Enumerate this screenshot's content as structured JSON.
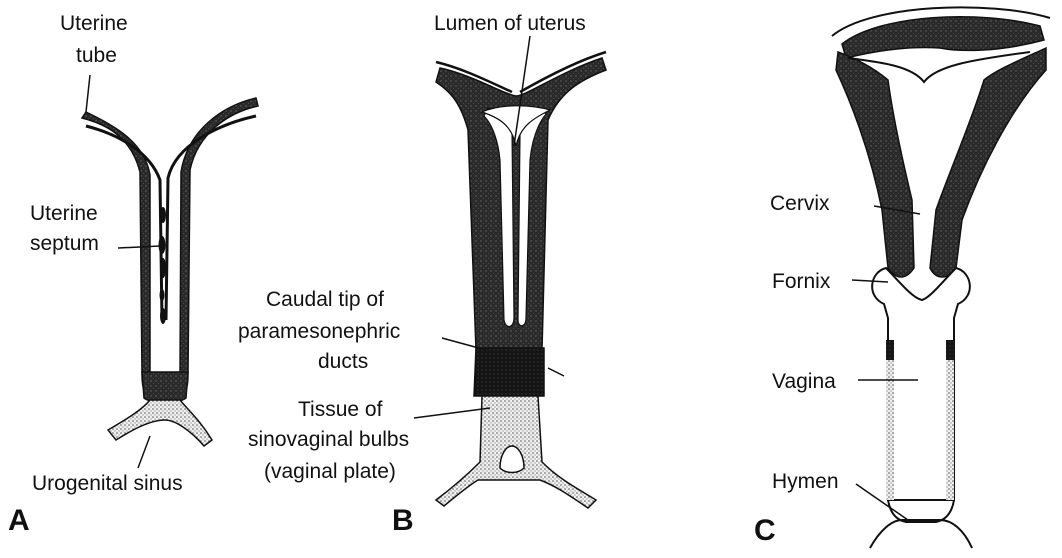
{
  "panels": [
    {
      "letter": "A",
      "labels": {
        "uterine_tube": "Uterine tube",
        "uterine_septum": "Uterine septum",
        "urogenital_sinus": "Urogenital sinus"
      }
    },
    {
      "letter": "B",
      "labels": {
        "lumen_of_uterus": "Lumen of uterus",
        "caudal_tip": "Caudal tip of paramesonephric ducts",
        "sinovaginal": "Tissue of sinovaginal bulbs (vaginal plate)"
      }
    },
    {
      "letter": "C",
      "labels": {
        "cervix": "Cervix",
        "fornix": "Fornix",
        "vagina": "Vagina",
        "hymen": "Hymen"
      }
    }
  ],
  "lines": {
    "a_tube_1": "Uterine",
    "a_tube_2": "tube",
    "a_septum_1": "Uterine",
    "a_septum_2": "septum",
    "a_sinus": "Urogenital sinus",
    "b_lumen": "Lumen of uterus",
    "b_caudal_1": "Caudal tip of",
    "b_caudal_2": "paramesonephric",
    "b_caudal_3": "ducts",
    "b_sino_1": "Tissue of",
    "b_sino_2": "sinovaginal bulbs",
    "b_sino_3": "(vaginal plate)"
  },
  "colors": {
    "tissue": "#2b2b2b",
    "dotted": "#d9d9d9",
    "line": "#111111"
  }
}
